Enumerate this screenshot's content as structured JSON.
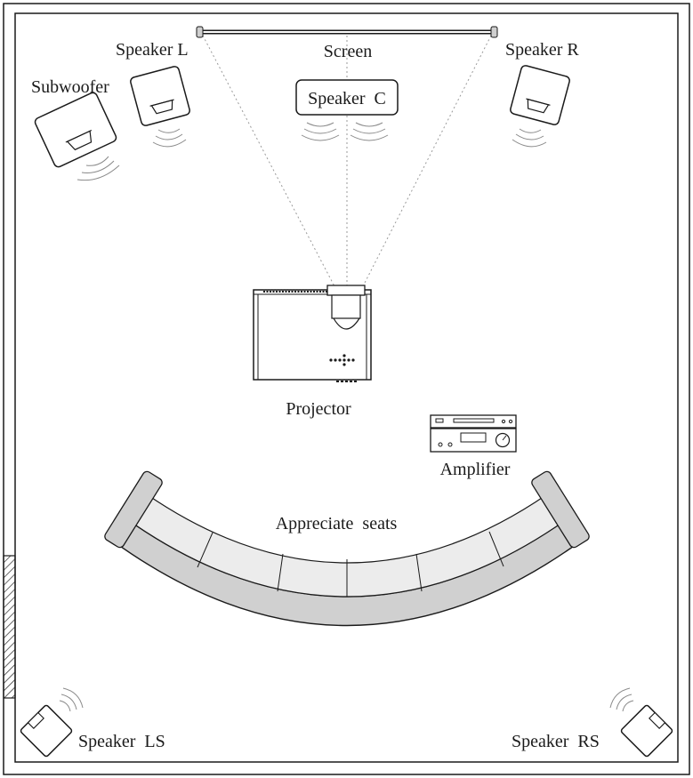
{
  "labels": {
    "screen": "Screen",
    "speaker_l": "Speaker L",
    "speaker_r": "Speaker R",
    "speaker_c": "Speaker  C",
    "subwoofer": "Subwoofer",
    "projector": "Projector",
    "amplifier": "Amplifier",
    "seats": "Appreciate  seats",
    "speaker_ls": "Speaker  LS",
    "speaker_rs": "Speaker  RS"
  },
  "colors": {
    "line": "#1a1a1a",
    "seat_frame": "#d0d0d0",
    "seat_cushion": "#ececec",
    "beam": "#9a9a9a",
    "wave": "#8a8a8a",
    "door_hatch": "#333333"
  },
  "icons": {
    "projector": "projector-icon",
    "amplifier": "amplifier-icon",
    "speaker": "speaker-icon",
    "subwoofer": "subwoofer-icon",
    "door": "door-icon"
  }
}
